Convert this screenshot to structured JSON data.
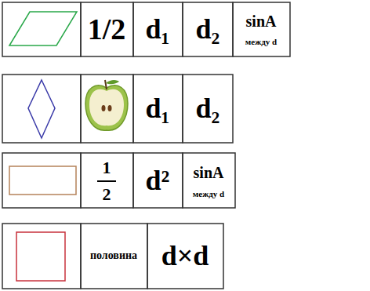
{
  "diagram": {
    "labels": [
      "1/2",
      "d₁",
      "d₂",
      "sinA",
      "между d",
      "d₁",
      "d₂",
      "1",
      "2",
      "d²",
      "sinA",
      "между d",
      "половина",
      "d×d"
    ]
  }
}
